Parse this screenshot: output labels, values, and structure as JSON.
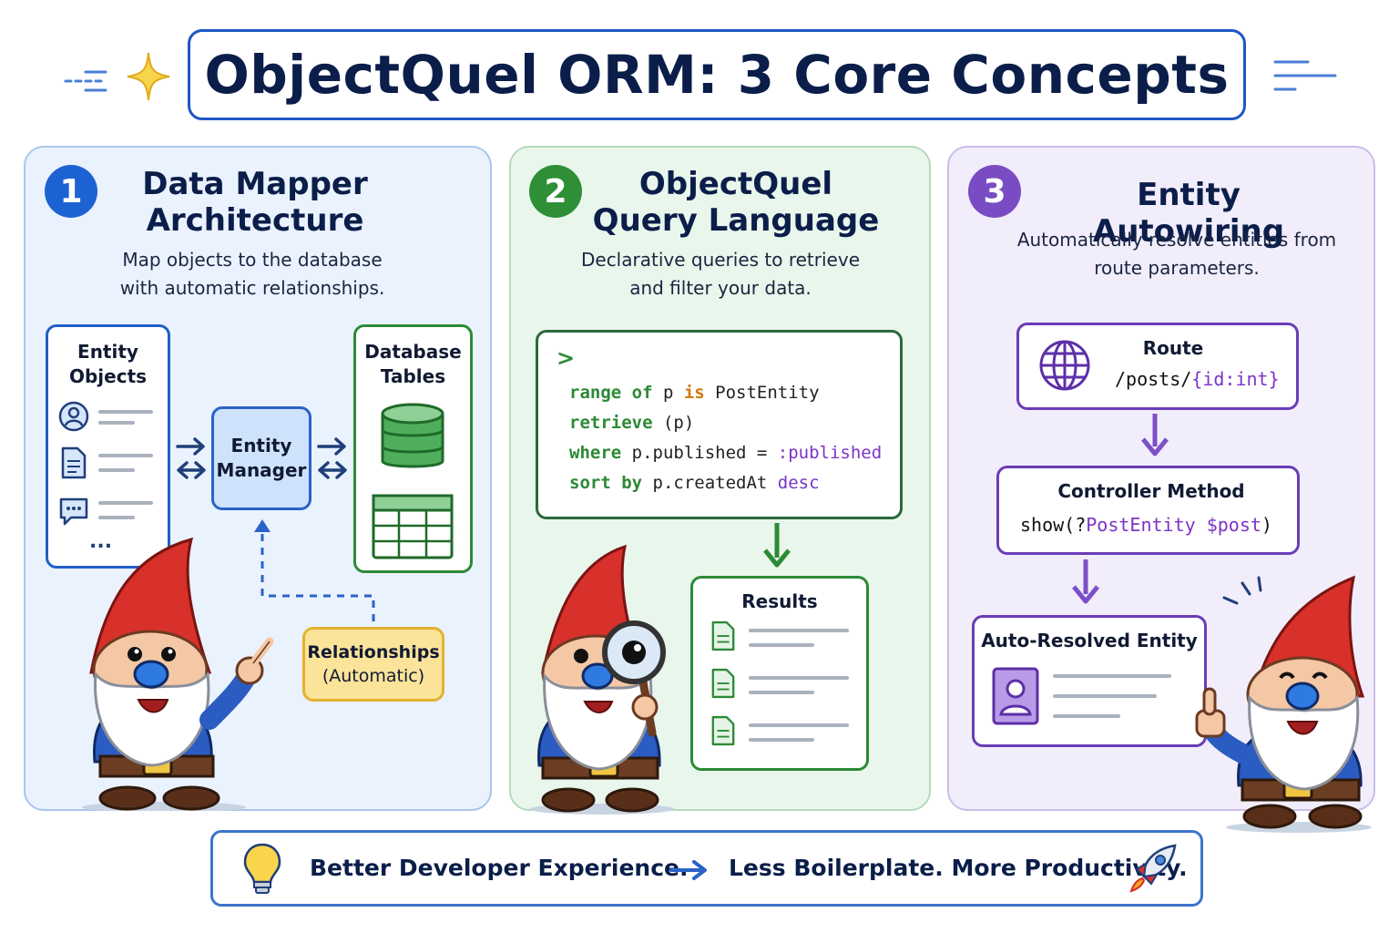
{
  "title": "ObjectQuel ORM: 3 Core Concepts",
  "colors": {
    "blue": "#1d57c4",
    "green": "#2c8a35",
    "purple": "#7d4fc7",
    "yellow": "#f4cb4f"
  },
  "panels": [
    {
      "number": "1",
      "heading_line1": "Data Mapper",
      "heading_line2": "Architecture",
      "sub_line1": "Map objects to the database",
      "sub_line2": "with automatic relationships.",
      "entity_objects_line1": "Entity",
      "entity_objects_line2": "Objects",
      "entity_objects_more": "...",
      "entity_manager_line1": "Entity",
      "entity_manager_line2": "Manager",
      "db_tables_line1": "Database",
      "db_tables_line2": "Tables",
      "relationships_line1": "Relationships",
      "relationships_line2": "(Automatic)"
    },
    {
      "number": "2",
      "heading_line1": "ObjectQuel",
      "heading_line2": "Query Language",
      "sub_line1": "Declarative queries to retrieve",
      "sub_line2": "and filter your data.",
      "prompt": ">",
      "code": {
        "l1_kw1": "range of",
        "l1_var": " p ",
        "l1_kw2": "is",
        "l1_rest": " PostEntity",
        "l2_kw": "retrieve",
        "l2_rest": " (p)",
        "l3_kw": "where",
        "l3_rest": " p.published = ",
        "l3_param": ":published",
        "l4_kw": "sort by",
        "l4_rest": " p.createdAt ",
        "l4_dir": "desc"
      },
      "results_label": "Results"
    },
    {
      "number": "3",
      "heading": "Entity Autowiring",
      "sub_line1": "Automatically resolve entities from",
      "sub_line2": "route parameters.",
      "route_label": "Route",
      "route_path_prefix": "/posts/",
      "route_path_param": "{id:int}",
      "controller_label": "Controller Method",
      "controller_code_prefix": "show(?",
      "controller_code_type": "PostEntity $post",
      "controller_code_suffix": ")",
      "resolved_label": "Auto-Resolved Entity"
    }
  ],
  "footer": {
    "left": "Better Developer Experience.",
    "right": "Less Boilerplate. More Productivity."
  },
  "icons": [
    "sparkle-icon",
    "user-icon",
    "document-icon",
    "chat-icon",
    "database-icon",
    "table-icon",
    "globe-icon",
    "magnifier-icon",
    "lightbulb-icon",
    "rocket-icon",
    "gnome-illustration"
  ]
}
